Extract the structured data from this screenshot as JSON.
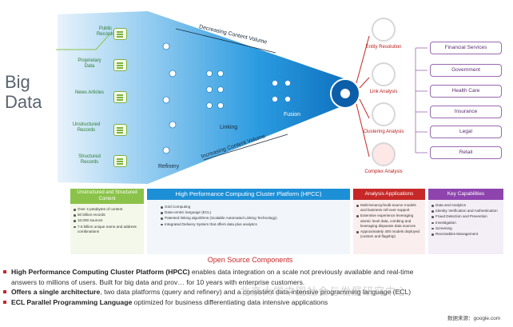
{
  "big_data_lines": [
    "Big",
    "Data"
  ],
  "sources": [
    "Public Records",
    "Proprietary Data",
    "News Articles",
    "Unstructured Records",
    "Structured Records"
  ],
  "stages": {
    "refinery": "Refinery",
    "linking": "Linking",
    "fusion": "Fusion"
  },
  "arrow_labels": {
    "decreasing": "Decreasing Content Volume",
    "increasing": "Increasing Content Volume"
  },
  "hpcc_bar": "High Performance Computing Cluster Platform (HPCC)",
  "unstructured_panel": {
    "title": "Unstructured and Structured Content",
    "items": [
      "Over 4 petabytes of content",
      "50 billion records",
      "10,000 sources",
      "7.5 billion unique name and address combinations"
    ]
  },
  "hpcc_panel": {
    "items": [
      "Grid Computing",
      "Data-centric language (ECL)",
      "Patented linking algorithms (Scalable Automated Linking Technology)",
      "Integrated Delivery System that offers data plus analytics"
    ]
  },
  "open_source": "Open Source Components",
  "analysis": [
    "Entity Resolution",
    "Link Analysis",
    "Clustering Analysis",
    "Complex Analysis"
  ],
  "analysis_panel": {
    "title": "Analysis Applications",
    "items": [
      "Multi-tenancy/multi-source models and business roll-over support",
      "Extensive experience leveraging atomic level data, combing and leveraging disparate data sources",
      "Approximately 400 models deployed (custom and flagship)"
    ]
  },
  "key_capabilities": [
    "Financial Services",
    "Government",
    "Health Care",
    "Insurance",
    "Legal",
    "Retail"
  ],
  "capabilities_panel": {
    "title": "Key Capabilities",
    "items": [
      "Data and Analytics",
      "Identity Verification and Authentication",
      "Fraud Detection and Prevention",
      "Investigation",
      "Screening",
      "Receivables Management"
    ]
  },
  "bullets": [
    {
      "bold": "High Performance Computing Cluster Platform (HPCC)",
      "text": " enables data integration on a scale not previously available and real-time"
    },
    {
      "bold": "",
      "text": "answers to millions of users. Built for big data and prov… for 10 years with enterprise customers."
    },
    {
      "bold": "Offers a single architecture",
      "text": ", two data platforms (query and refinery) and a consistent data-intensive programming language (ECL)"
    },
    {
      "bold": "ECL Parallel Programming Language",
      "text": " optimized for business differentiating data intensive applications"
    }
  ],
  "watermark": "北京大学中国社会与发展研究中心",
  "source_note": "数据来源：google.com",
  "colors": {
    "funnel": "#1d8fd6",
    "green": "#8bc34a",
    "red": "#c62828",
    "purple": "#8e44ad"
  }
}
